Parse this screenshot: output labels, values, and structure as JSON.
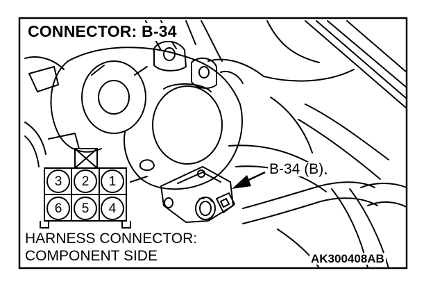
{
  "title": "CONNECTOR: B-34",
  "callout": "B-34 (B)",
  "harness": {
    "line1": "HARNESS CONNECTOR:",
    "line2": "COMPONENT SIDE"
  },
  "figure_code": "AK300408AB",
  "connector": {
    "top_row": [
      "3",
      "2",
      "1"
    ],
    "bottom_row": [
      "6",
      "5",
      "4"
    ]
  }
}
